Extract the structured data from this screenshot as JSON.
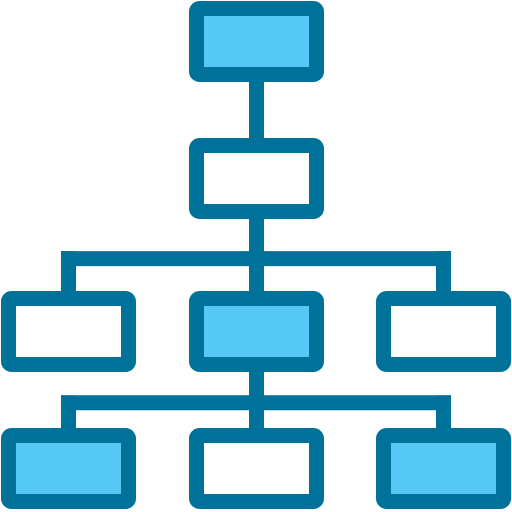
{
  "colors": {
    "stroke": "#00729a",
    "accent_fill": "#56c8f5",
    "plain_fill": "#ffffff",
    "background": "#ffffff"
  },
  "icon": {
    "name": "hierarchy-org-chart-icon"
  },
  "nodes": [
    {
      "id": "root",
      "level": 0,
      "filled": true
    },
    {
      "id": "level1-center",
      "level": 1,
      "filled": false
    },
    {
      "id": "level2-left",
      "level": 2,
      "filled": false
    },
    {
      "id": "level2-center",
      "level": 2,
      "filled": true
    },
    {
      "id": "level2-right",
      "level": 2,
      "filled": false
    },
    {
      "id": "level3-left",
      "level": 3,
      "filled": true
    },
    {
      "id": "level3-center",
      "level": 3,
      "filled": false
    },
    {
      "id": "level3-right",
      "level": 3,
      "filled": true
    }
  ],
  "edges": [
    {
      "from": "root",
      "to": "level1-center"
    },
    {
      "from": "level1-center",
      "to": "level2-left"
    },
    {
      "from": "level1-center",
      "to": "level2-center"
    },
    {
      "from": "level1-center",
      "to": "level2-right"
    },
    {
      "from": "level2-center",
      "to": "level3-left"
    },
    {
      "from": "level2-center",
      "to": "level3-center"
    },
    {
      "from": "level2-center",
      "to": "level3-right"
    }
  ]
}
